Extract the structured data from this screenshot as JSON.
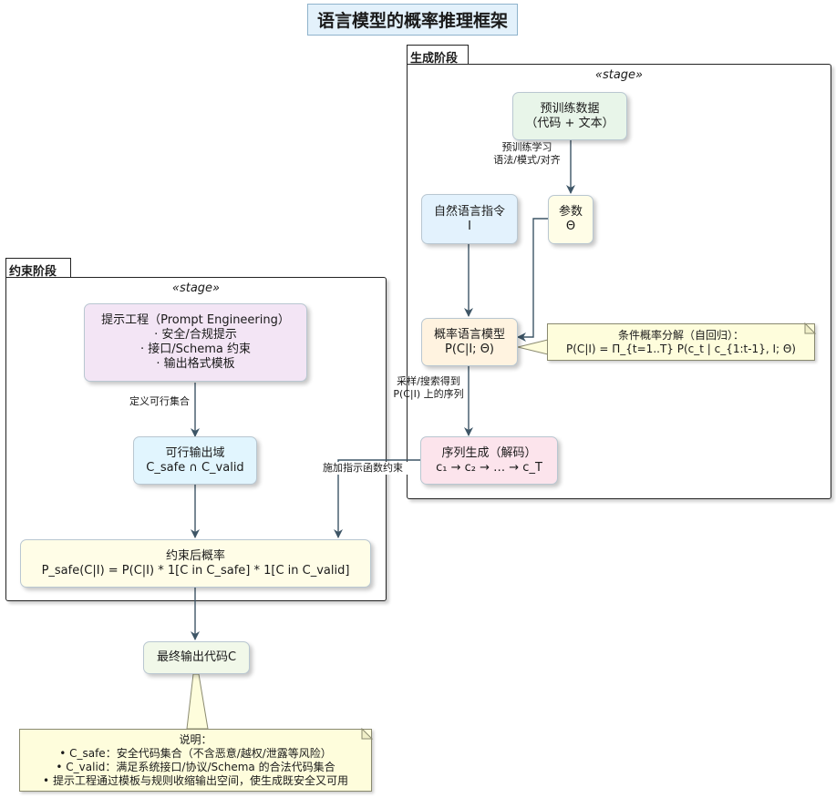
{
  "title": "语言模型的概率推理框架",
  "generation_package": {
    "name": "生成阶段",
    "stereotype": "«stage»",
    "pretrain_data": {
      "line1": "预训练数据",
      "line2": "（代码 + 文本）"
    },
    "params": {
      "line1": "参数",
      "line2": "Θ"
    },
    "instruction": {
      "line1": "自然语言指令",
      "line2": "I"
    },
    "lm": {
      "line1": "概率语言模型",
      "line2": "P(C|I; Θ)"
    },
    "sequence": {
      "line1": "序列生成（解码）",
      "line2": "c₁ → c₂ → … → c_T"
    },
    "edge_pretrain": {
      "line1": "预训练学习",
      "line2": "语法/模式/对齐"
    },
    "edge_sample": {
      "line1": "采样/搜索得到",
      "line2": "P(C|I) 上的序列"
    },
    "note": {
      "line1": "条件概率分解（自回归）：",
      "line2": "P(C|I) = Π_{t=1..T} P(c_t | c_{1:t-1}, I; Θ)"
    }
  },
  "constraint_package": {
    "name": "约束阶段",
    "stereotype": "«stage»",
    "prompt_eng": {
      "line1": "提示工程（Prompt Engineering）",
      "line2": "· 安全/合规提示",
      "line3": "· 接口/Schema 约束",
      "line4": "· 输出格式模板"
    },
    "edge_define": "定义可行集合",
    "feasible": {
      "line1": "可行输出域",
      "line2": "C_safe ∩ C_valid"
    },
    "constrained": {
      "line1": "约束后概率",
      "line2": "P_safe(C|I) = P(C|I) * 1[C in C_safe] * 1[C in C_valid]"
    }
  },
  "edge_indicator": "施加指示函数约束",
  "final_output": "最终输出代码C",
  "explain_note": {
    "line1": "说明：",
    "line2": "• C_safe：安全代码集合（不含恶意/越权/泄露等风险）",
    "line3": "• C_valid：满足系统接口/协议/Schema 的合法代码集合",
    "line4": "• 提示工程通过模板与规则收缩输出空间，使生成既安全又可用"
  },
  "colors": {
    "title_bg": "#e3f1fb",
    "pretrain_bg": "#e8f5e9",
    "params_bg": "#fffde7",
    "instruction_bg": "#e3f2fd",
    "lm_bg": "#fff3e0",
    "sequence_bg": "#fce4ec",
    "prompt_bg": "#f3e5f5",
    "feasible_bg": "#e1f5fe",
    "constrained_bg": "#fffde7",
    "final_bg": "#f1f8e9",
    "note_bg": "#fefddc",
    "edge": "#3d5566"
  }
}
